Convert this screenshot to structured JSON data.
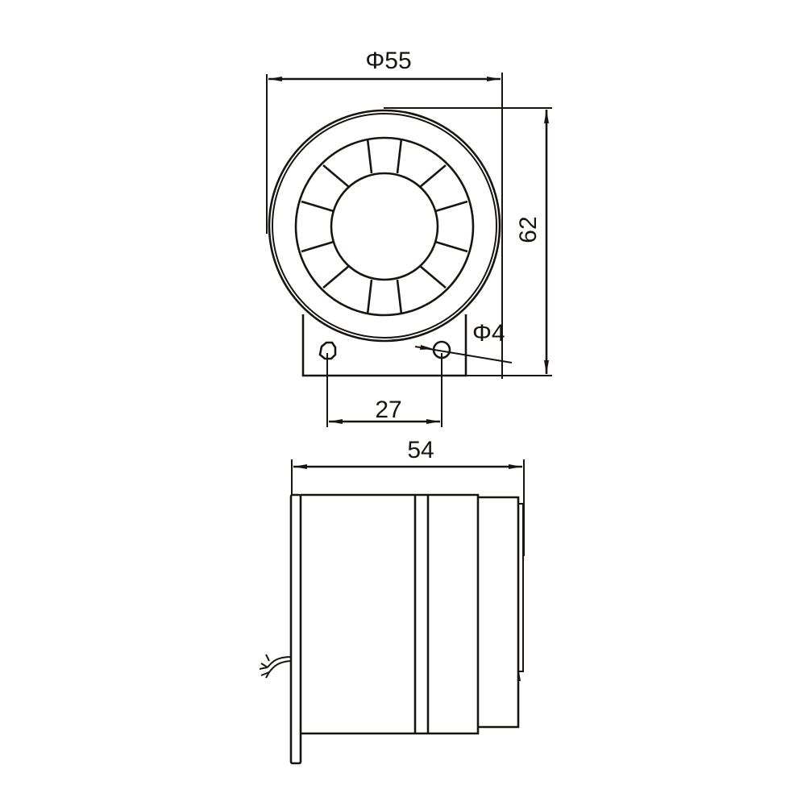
{
  "drawing": {
    "front_view": {
      "outer_diameter_label": "Φ55",
      "height_label": "62",
      "hole_diameter_label": "Φ4",
      "hole_spacing_label": "27",
      "grille_segments": 12
    },
    "side_view": {
      "depth_label": "54"
    },
    "line_color": "#1a1411",
    "background": "#ffffff"
  }
}
